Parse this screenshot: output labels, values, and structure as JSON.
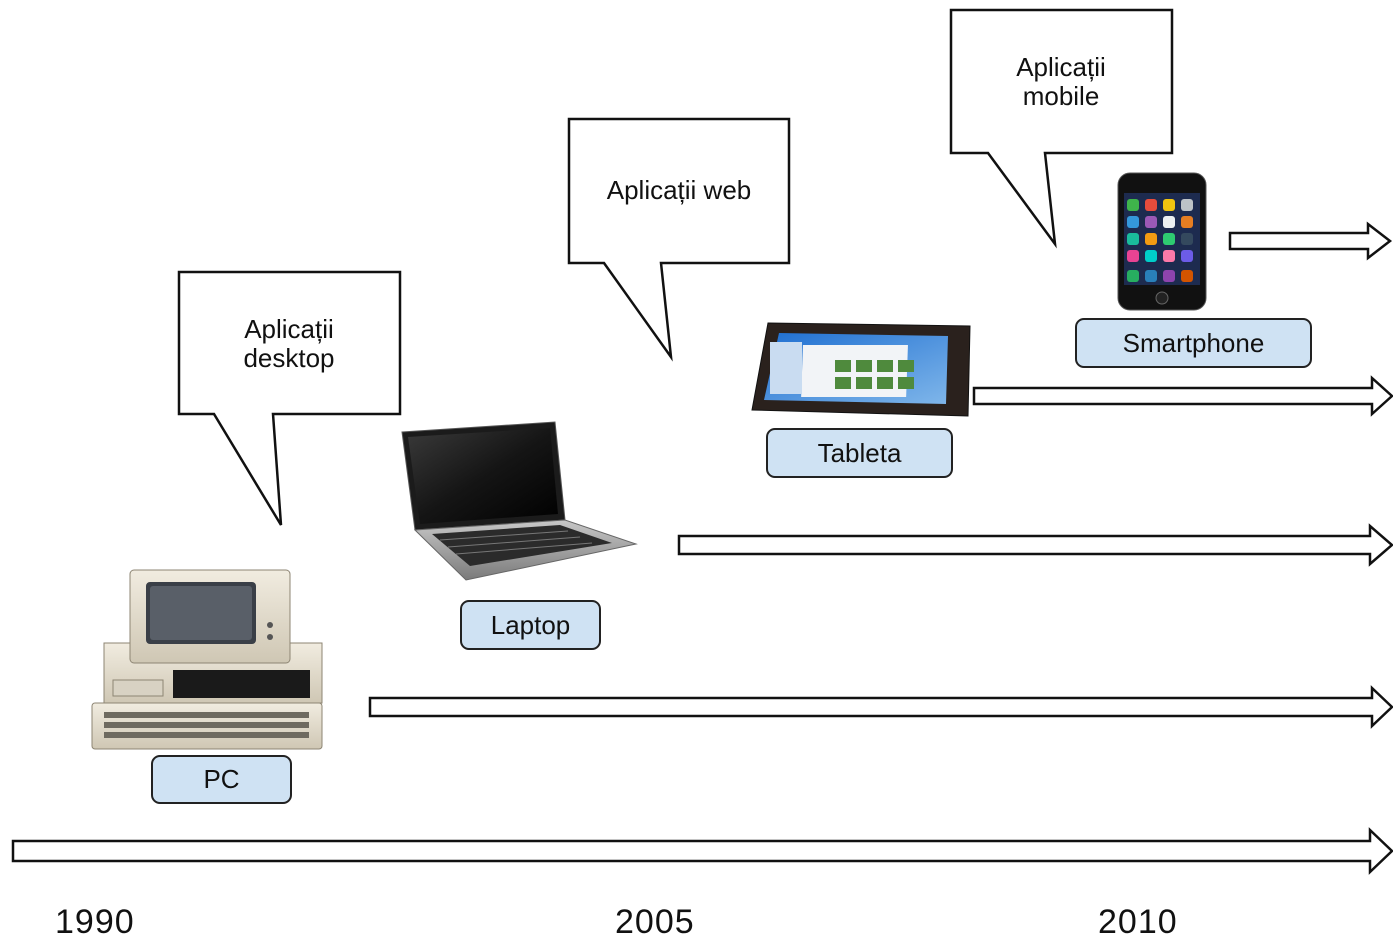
{
  "timeline": {
    "years": [
      "1990",
      "2005",
      "2010"
    ]
  },
  "devices": {
    "pc": "PC",
    "laptop": "Laptop",
    "tablet": "Tableta",
    "smartphone": "Smartphone"
  },
  "callouts": {
    "desktop_line1": "Aplicații",
    "desktop_line2": "desktop",
    "web": "Aplicații web",
    "mobile_line1": "Aplicații",
    "mobile_line2": "mobile"
  },
  "icons": [
    "pc-icon",
    "laptop-icon",
    "tablet-icon",
    "smartphone-icon"
  ],
  "colors": {
    "label_fill": "#cfe2f3",
    "outline": "#222222"
  }
}
